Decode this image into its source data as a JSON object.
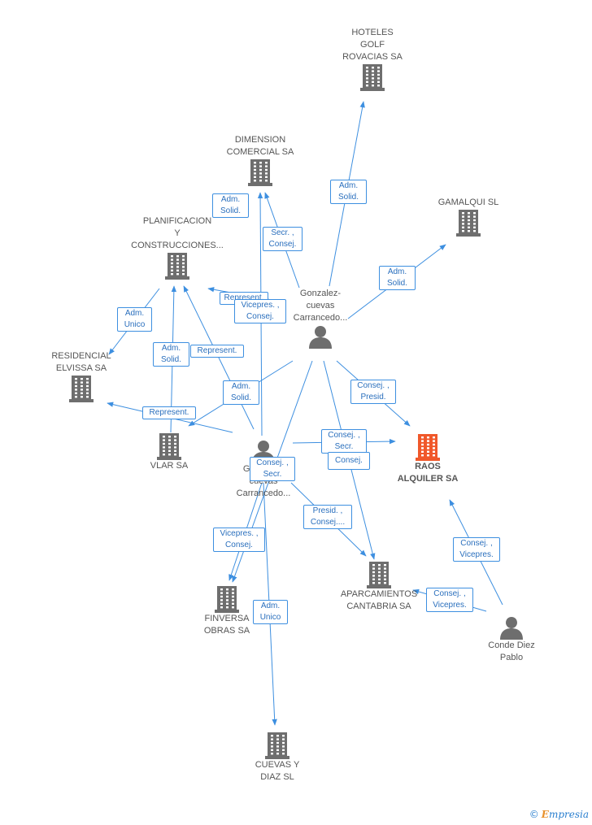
{
  "companies": {
    "hoteles": "HOTELES\nGOLF\nROVACIAS SA",
    "dimension": "DIMENSION\nCOMERCIAL SA",
    "gamalqui": "GAMALQUI SL",
    "planificacion": "PLANIFICACION\nY\nCONSTRUCCIONES...",
    "residencial": "RESIDENCIAL\nELVISSA SA",
    "vlar": "VLAR SA",
    "raos": "RAOS\nALQUILER SA",
    "finversa": "FINVERSA\nOBRAS SA",
    "aparcamientos": "APARCAMIENTOS\nCANTABRIA SA",
    "cuevas": "CUEVAS Y\nDIAZ SL"
  },
  "people": {
    "gonzalez1": "Gonzalez-\ncuevas\nCarrancedo...",
    "gonzalez2": "Gonzalez-\ncuevas\nCarrancedo...",
    "conde": "Conde Diez\nPablo"
  },
  "edge_labels": {
    "adm_solid_hoteles": "Adm.\nSolid.",
    "adm_solid_dimension": "Adm.\nSolid.",
    "secr_consej_dimension": "Secr. ,\nConsej.",
    "adm_solid_gamalqui": "Adm.\nSolid.",
    "represent_planif_g1": "Represent.",
    "vicepres_consej_dimension": "Vicepres. ,\nConsej.",
    "adm_unico_residencial": "Adm.\nUnico",
    "adm_solid_planif": "Adm.\nSolid.",
    "represent_planif_g2": "Represent.",
    "adm_solid_vlar": "Adm.\nSolid.",
    "represent_residencial": "Represent.",
    "consej_presid_raos": "Consej. ,\nPresid.",
    "consej_secr_raos": "Consej. ,\nSecr.",
    "consej_aparc": "Consej.",
    "consej_secr_finversa": "Consej. ,\nSecr.",
    "presid_consej_aparc": "Presid. ,\nConsej....",
    "vicepres_consej_finversa": "Vicepres. ,\nConsej.",
    "adm_unico_cuevas": "Adm.\nUnico",
    "consej_vicepres_raos": "Consej. ,\nVicepres.",
    "consej_vicepres_aparc": "Consej. ,\nVicepres."
  },
  "colors": {
    "edge": "#3d8fe0",
    "building": "#6e6e6e",
    "building_focus": "#f0582a",
    "person": "#6e6e6e"
  },
  "brand": {
    "copyright": "©",
    "initial": "E",
    "name": "mpresia"
  }
}
